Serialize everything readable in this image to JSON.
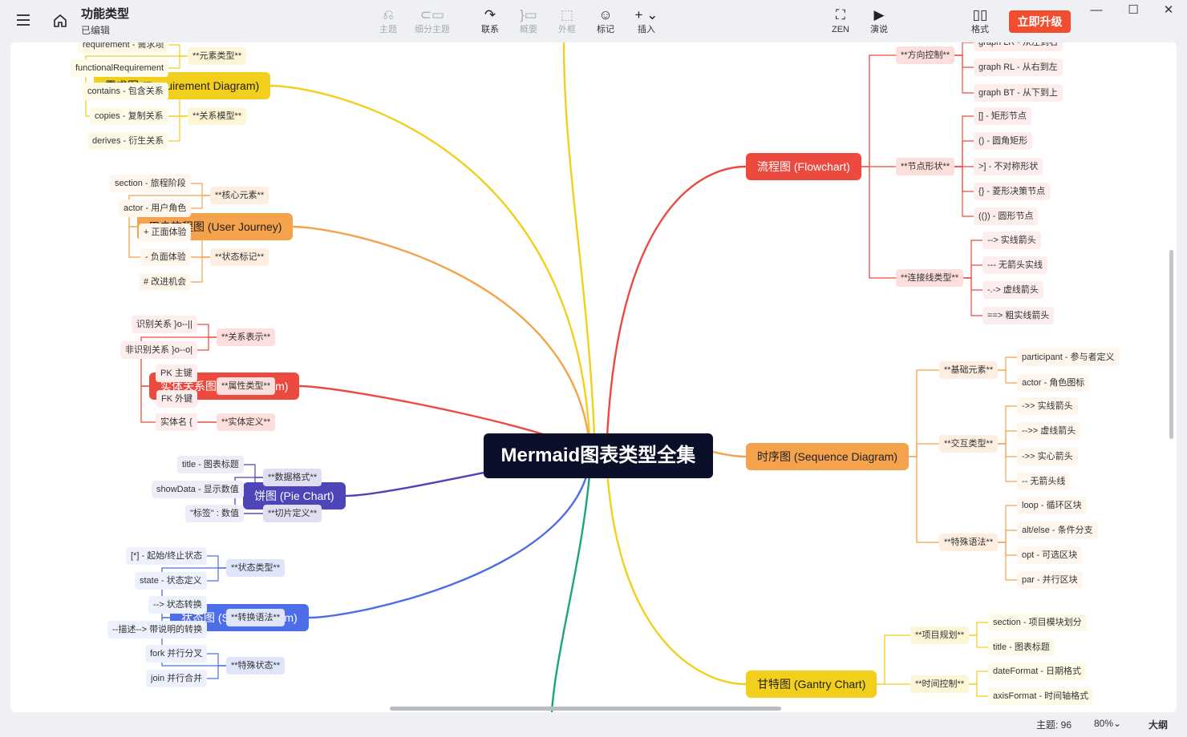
{
  "window": {
    "title": "功能类型",
    "status": "已编辑",
    "upgrade": "立即升级"
  },
  "toolbar": [
    {
      "glyph": "⎌",
      "label": "主题",
      "disabled": true
    },
    {
      "glyph": "⊂▭",
      "label": "细分主题",
      "disabled": true
    },
    {
      "glyph": "↷",
      "label": "联系",
      "disabled": false
    },
    {
      "glyph": "}▭",
      "label": "概要",
      "disabled": true
    },
    {
      "glyph": "⬚",
      "label": "外框",
      "disabled": true
    },
    {
      "glyph": "☺",
      "label": "标记",
      "disabled": false
    },
    {
      "glyph": "+ ⌄",
      "label": "插入",
      "disabled": false
    }
  ],
  "toolbar_right": [
    {
      "glyph": "⛶",
      "label": "ZEN"
    },
    {
      "glyph": "▶",
      "label": "演说"
    },
    {
      "glyph": "▯▯",
      "label": "格式"
    }
  ],
  "footer": {
    "topics": "主题: 96",
    "zoom": "80%",
    "zoom_caret": "⌄",
    "outline": "大纲"
  },
  "mindmap": {
    "root": "Mermaid图表类型全集",
    "left": [
      {
        "label": "需求图 (Requirement Diagram)",
        "color": "#f2cf1d",
        "text": "#222",
        "groups": [
          {
            "label": "**元素类型**",
            "leaves": [
              "requirement - 需求项",
              "functionalRequirement"
            ]
          },
          {
            "label": "**关系模型**",
            "leaves": [
              "contains - 包含关系",
              "copies - 复制关系",
              "derives - 衍生关系"
            ]
          }
        ]
      },
      {
        "label": "用户旅程图 (User Journey)",
        "color": "#f4a24c",
        "text": "#222",
        "groups": [
          {
            "label": "**核心元素**",
            "leaves": [
              "section - 旅程阶段",
              "actor - 用户角色"
            ]
          },
          {
            "label": "**状态标记**",
            "leaves": [
              "+ 正面体验",
              "- 负面体验",
              "# 改进机会"
            ]
          }
        ]
      },
      {
        "label": "实体关系图 (ER Diagram)",
        "color": "#ec4a3f",
        "text": "#fff",
        "groups": [
          {
            "label": "**关系表示**",
            "leaves": [
              "识别关系 }o--||",
              "非识别关系 }o--o|"
            ]
          },
          {
            "label": "**属性类型**",
            "leaves": [
              "PK 主键",
              "FK 外键"
            ]
          },
          {
            "label": "**实体定义**",
            "leaves": [
              "实体名 {"
            ]
          }
        ]
      },
      {
        "label": "饼图 (Pie Chart)",
        "color": "#4d45b8",
        "text": "#fff",
        "groups": [
          {
            "label": "**数据格式**",
            "leaves": [
              "title - 图表标题",
              "showData - 显示数值"
            ]
          },
          {
            "label": "**切片定义**",
            "leaves": [
              "\"标签\" : 数值"
            ]
          }
        ]
      },
      {
        "label": "状态图 (State Diagram)",
        "color": "#4d6ee8",
        "text": "#fff",
        "groups": [
          {
            "label": "**状态类型**",
            "leaves": [
              "[*] - 起始/终止状态",
              "state - 状态定义"
            ]
          },
          {
            "label": "**转换语法**",
            "leaves": [
              "--> 状态转换",
              "--描述--> 带说明的转换"
            ]
          },
          {
            "label": "**特殊状态**",
            "leaves": [
              "fork 并行分叉",
              "join 并行合并"
            ]
          }
        ]
      }
    ],
    "right": [
      {
        "label": "流程图 (Flowchart)",
        "color": "#ec4a3f",
        "text": "#fff",
        "groups": [
          {
            "label": "**方向控制**",
            "leaves": [
              "graph LR - 从左到右",
              "graph RL - 从右到左",
              "graph BT - 从下到上"
            ]
          },
          {
            "label": "**节点形状**",
            "leaves": [
              "[] - 矩形节点",
              "() - 圆角矩形",
              ">] - 不对称形状",
              "{} - 菱形决策节点",
              "(()) - 圆形节点"
            ]
          },
          {
            "label": "**连接线类型**",
            "leaves": [
              "--> 实线箭头",
              "--- 无箭头实线",
              "-.-> 虚线箭头",
              "==> 粗实线箭头"
            ]
          }
        ]
      },
      {
        "label": "时序图 (Sequence Diagram)",
        "color": "#f4a24c",
        "text": "#222",
        "groups": [
          {
            "label": "**基础元素**",
            "leaves": [
              "participant - 参与者定义",
              "actor - 角色图标"
            ]
          },
          {
            "label": "**交互类型**",
            "leaves": [
              "->> 实线箭头",
              "-->> 虚线箭头",
              "->> 实心箭头",
              "-- 无箭头线"
            ]
          },
          {
            "label": "**特殊语法**",
            "leaves": [
              "loop - 循环区块",
              "alt/else - 条件分支",
              "opt - 可选区块",
              "par - 并行区块"
            ]
          }
        ]
      },
      {
        "label": "甘特图 (Gantry Chart)",
        "color": "#f2cf1d",
        "text": "#222",
        "groups": [
          {
            "label": "**项目规划**",
            "leaves": [
              "section - 项目模块划分",
              "title - 图表标题"
            ]
          },
          {
            "label": "**时间控制**",
            "leaves": [
              "dateFormat - 日期格式",
              "axisFormat - 时间轴格式"
            ]
          }
        ]
      }
    ]
  }
}
